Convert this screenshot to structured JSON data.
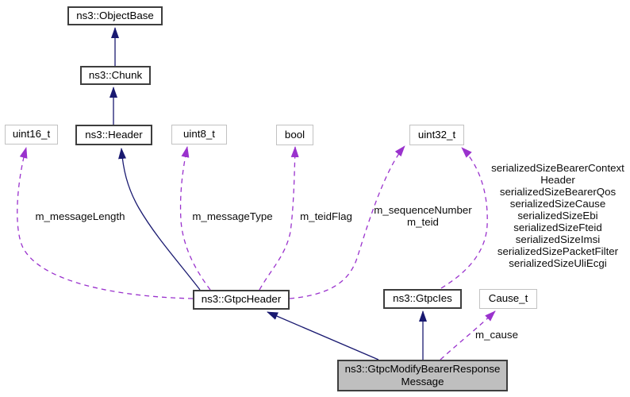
{
  "diagram": {
    "type": "doxygen-collaboration-graph",
    "nodes": {
      "objectbase": "ns3::ObjectBase",
      "chunk": "ns3::Chunk",
      "header": "ns3::Header",
      "uint16_t": "uint16_t",
      "uint8_t": "uint8_t",
      "bool": "bool",
      "uint32_t": "uint32_t",
      "gtpcheader": "ns3::GtpcHeader",
      "gtpcies": "ns3::GtpcIes",
      "cause_t": "Cause_t",
      "main": {
        "line1": "ns3::GtpcModifyBearerResponse",
        "line2": "Message"
      }
    },
    "edge_labels": {
      "m_messageLength": "m_messageLength",
      "m_messageType": "m_messageType",
      "m_teidFlag": "m_teidFlag",
      "m_sequenceNumber": "m_sequenceNumber",
      "m_teid": "m_teid",
      "m_cause": "m_cause",
      "serialized_sizes": [
        "serializedSizeBearerContext",
        "Header",
        "serializedSizeBearerQos",
        "serializedSizeCause",
        "serializedSizeEbi",
        "serializedSizeFteid",
        "serializedSizeImsi",
        "serializedSizePacketFilter",
        "serializedSizeUliEcgi"
      ]
    },
    "colors": {
      "inheritance_edge": "#191970",
      "usage_edge": "#9a32cd",
      "class_border": "#3e3e3e",
      "type_border": "#c2c2c2",
      "main_node_fill": "#bfbfbf",
      "background": "#ffffff"
    }
  }
}
